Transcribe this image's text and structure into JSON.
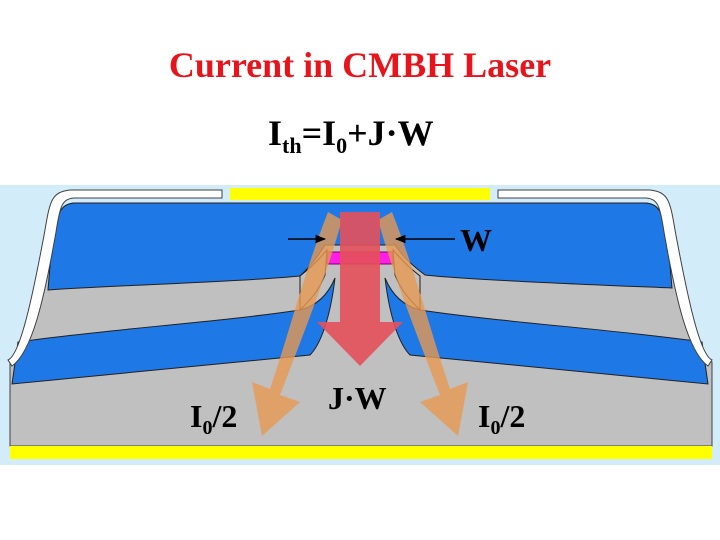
{
  "title": "Current in CMBH Laser",
  "formula": {
    "lhs_main": "I",
    "lhs_sub": "th",
    "eq": "=",
    "term1_main": "I",
    "term1_sub": "0",
    "plus": "+",
    "term2": "J·W"
  },
  "labels": {
    "width_label": "W",
    "center_current": "J·W",
    "left_current_main": "I",
    "left_current_sub": "0",
    "left_current_rest": "/2",
    "right_current_main": "I",
    "right_current_sub": "0",
    "right_current_rest": "/2"
  },
  "colors": {
    "title": "#e8141c",
    "background_panel": "#d2ecfa",
    "blue_layer": "#1e78e6",
    "gray_layer": "#c0c0c0",
    "contact": "#ffff00",
    "active_region": "#ff1ee6",
    "center_arrow": "#e4505a",
    "side_arrows": "#e69850"
  }
}
